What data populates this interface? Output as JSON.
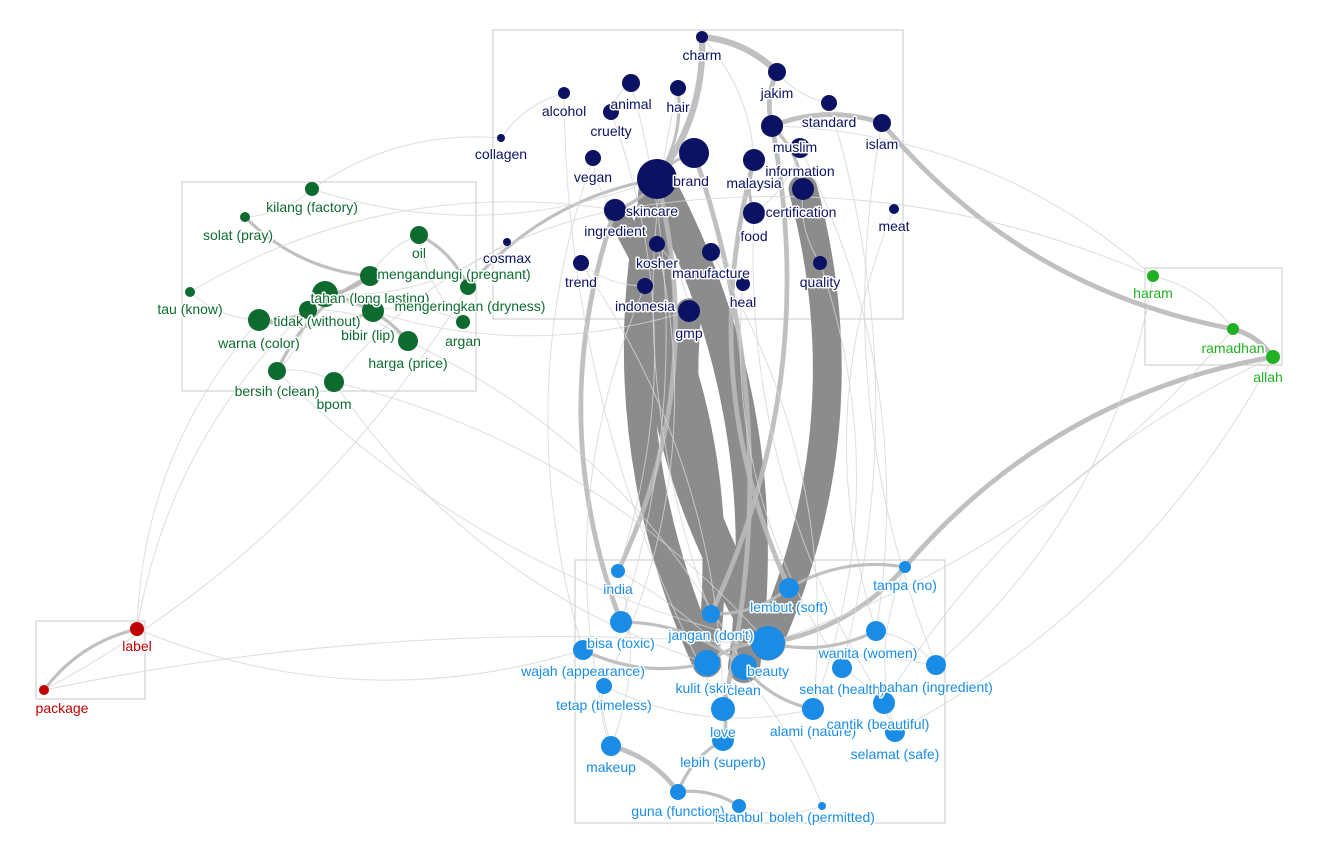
{
  "colors": {
    "cluster_blue_dark": "#0b1263",
    "cluster_green_dark": "#0e6b2f",
    "cluster_green_light": "#21b021",
    "cluster_red": "#c00000",
    "cluster_blue_light": "#1a8ce6",
    "edge_light": "#d6d6d6",
    "edge_medium": "#b9b9b9",
    "edge_heavy": "#8c8c8c"
  },
  "clusters": [
    {
      "id": "top",
      "color": "cluster_blue_dark"
    },
    {
      "id": "left",
      "color": "cluster_green_dark"
    },
    {
      "id": "right",
      "color": "cluster_green_light"
    },
    {
      "id": "bottom-left",
      "color": "cluster_red"
    },
    {
      "id": "bottom",
      "color": "cluster_blue_light"
    }
  ],
  "nodes": [
    {
      "id": "charm",
      "label": "charm",
      "cluster": "top"
    },
    {
      "id": "jakim",
      "label": "jakim",
      "cluster": "top"
    },
    {
      "id": "alcohol",
      "label": "alcohol",
      "cluster": "top"
    },
    {
      "id": "animal",
      "label": "animal",
      "cluster": "top"
    },
    {
      "id": "hair",
      "label": "hair",
      "cluster": "top"
    },
    {
      "id": "cruelty",
      "label": "cruelty",
      "cluster": "top"
    },
    {
      "id": "standard",
      "label": "standard",
      "cluster": "top"
    },
    {
      "id": "islam",
      "label": "islam",
      "cluster": "top"
    },
    {
      "id": "collagen",
      "label": "collagen",
      "cluster": "top"
    },
    {
      "id": "muslim",
      "label": "muslim",
      "cluster": "top"
    },
    {
      "id": "vegan",
      "label": "vegan",
      "cluster": "top"
    },
    {
      "id": "brand",
      "label": "brand",
      "cluster": "top"
    },
    {
      "id": "malaysia",
      "label": "malaysia",
      "cluster": "top"
    },
    {
      "id": "information",
      "label": "information",
      "cluster": "top"
    },
    {
      "id": "skincare",
      "label": "skincare",
      "cluster": "top"
    },
    {
      "id": "certification",
      "label": "certification",
      "cluster": "top"
    },
    {
      "id": "meat",
      "label": "meat",
      "cluster": "top"
    },
    {
      "id": "ingredient",
      "label": "ingredient",
      "cluster": "top"
    },
    {
      "id": "food",
      "label": "food",
      "cluster": "top"
    },
    {
      "id": "cosmax",
      "label": "cosmax",
      "cluster": "top"
    },
    {
      "id": "kosher",
      "label": "kosher",
      "cluster": "top"
    },
    {
      "id": "trend",
      "label": "trend",
      "cluster": "top"
    },
    {
      "id": "manufacture",
      "label": "manufacture",
      "cluster": "top"
    },
    {
      "id": "quality",
      "label": "quality",
      "cluster": "top"
    },
    {
      "id": "indonesia",
      "label": "indonesia",
      "cluster": "top"
    },
    {
      "id": "heal",
      "label": "heal",
      "cluster": "top"
    },
    {
      "id": "gmp",
      "label": "gmp",
      "cluster": "top"
    },
    {
      "id": "kilang",
      "label": "kilang (factory)",
      "cluster": "left"
    },
    {
      "id": "solat",
      "label": "solat (pray)",
      "cluster": "left"
    },
    {
      "id": "oil",
      "label": "oil",
      "cluster": "left"
    },
    {
      "id": "mengandungi",
      "label": "mengandungi (pregnant)",
      "cluster": "left"
    },
    {
      "id": "tau",
      "label": "tau (know)",
      "cluster": "left"
    },
    {
      "id": "tahan",
      "label": "tahan (long lasting)",
      "cluster": "left"
    },
    {
      "id": "mengeringkan",
      "label": "mengeringkan (dryness)",
      "cluster": "left"
    },
    {
      "id": "tidak",
      "label": "tidak (without)",
      "cluster": "left"
    },
    {
      "id": "bibir",
      "label": "bibir (lip)",
      "cluster": "left"
    },
    {
      "id": "argan",
      "label": "argan",
      "cluster": "left"
    },
    {
      "id": "warna",
      "label": "warna (color)",
      "cluster": "left"
    },
    {
      "id": "harga",
      "label": "harga (price)",
      "cluster": "left"
    },
    {
      "id": "bersih",
      "label": "bersih (clean)",
      "cluster": "left"
    },
    {
      "id": "bpom",
      "label": "bpom",
      "cluster": "left"
    },
    {
      "id": "haram",
      "label": "haram",
      "cluster": "right"
    },
    {
      "id": "ramadhan",
      "label": "ramadhan",
      "cluster": "right"
    },
    {
      "id": "allah",
      "label": "allah",
      "cluster": "right"
    },
    {
      "id": "label",
      "label": "label",
      "cluster": "bottom-left"
    },
    {
      "id": "package",
      "label": "package",
      "cluster": "bottom-left"
    },
    {
      "id": "india",
      "label": "india",
      "cluster": "bottom"
    },
    {
      "id": "tanpa",
      "label": "tanpa (no)",
      "cluster": "bottom"
    },
    {
      "id": "lembut",
      "label": "lembut (soft)",
      "cluster": "bottom"
    },
    {
      "id": "bisa",
      "label": "bisa (toxic)",
      "cluster": "bottom"
    },
    {
      "id": "jangan",
      "label": "jangan (don't)",
      "cluster": "bottom"
    },
    {
      "id": "wanita",
      "label": "wanita (women)",
      "cluster": "bottom"
    },
    {
      "id": "beauty",
      "label": "beauty",
      "cluster": "bottom"
    },
    {
      "id": "wajah",
      "label": "wajah (appearance)",
      "cluster": "bottom"
    },
    {
      "id": "kulit",
      "label": "kulit (skin)",
      "cluster": "bottom"
    },
    {
      "id": "clean",
      "label": "clean",
      "cluster": "bottom"
    },
    {
      "id": "sehat",
      "label": "sehat (health)",
      "cluster": "bottom"
    },
    {
      "id": "bahan",
      "label": "bahan (ingredient)",
      "cluster": "bottom"
    },
    {
      "id": "tetap",
      "label": "tetap (timeless)",
      "cluster": "bottom"
    },
    {
      "id": "love",
      "label": "love",
      "cluster": "bottom"
    },
    {
      "id": "alami",
      "label": "alami (nature)",
      "cluster": "bottom"
    },
    {
      "id": "cantik",
      "label": "cantik (beautiful)",
      "cluster": "bottom"
    },
    {
      "id": "selamat",
      "label": "selamat (safe)",
      "cluster": "bottom"
    },
    {
      "id": "makeup",
      "label": "makeup",
      "cluster": "bottom"
    },
    {
      "id": "lebih",
      "label": "lebih (superb)",
      "cluster": "bottom"
    },
    {
      "id": "guna",
      "label": "guna (function)",
      "cluster": "bottom"
    },
    {
      "id": "istanbul",
      "label": "istanbul",
      "cluster": "bottom"
    },
    {
      "id": "boleh",
      "label": "boleh (permitted)",
      "cluster": "bottom"
    }
  ],
  "edges": [
    [
      "brand",
      "beauty",
      11
    ],
    [
      "brand",
      "clean",
      10
    ],
    [
      "brand",
      "kulit",
      9
    ],
    [
      "food",
      "beauty",
      9
    ],
    [
      "gmp",
      "beauty",
      8
    ],
    [
      "skincare",
      "kulit",
      7
    ],
    [
      "brand",
      "charm",
      4
    ],
    [
      "charm",
      "jakim",
      4
    ],
    [
      "jakim",
      "muslim",
      3
    ],
    [
      "muslim",
      "islam",
      3
    ],
    [
      "islam",
      "ramadhan",
      3
    ],
    [
      "ramadhan",
      "allah",
      3
    ],
    [
      "allah",
      "tanpa",
      3
    ],
    [
      "brand",
      "india",
      3
    ],
    [
      "skincare",
      "bisa",
      3
    ],
    [
      "ingredient",
      "love",
      3
    ],
    [
      "malaysia",
      "lembut",
      3
    ],
    [
      "muslim",
      "jangan",
      3
    ],
    [
      "beauty",
      "tanpa",
      3
    ],
    [
      "makeup",
      "guna",
      3
    ],
    [
      "label",
      "package",
      2
    ],
    [
      "label",
      "tidak",
      1
    ],
    [
      "label",
      "wajah",
      1
    ],
    [
      "label",
      "tahan",
      1
    ],
    [
      "package",
      "mengeringkan",
      1
    ],
    [
      "package",
      "bahan",
      1
    ],
    [
      "mengandungi",
      "bersih",
      2
    ],
    [
      "tahan",
      "harga",
      2
    ],
    [
      "tidak",
      "bibir",
      2
    ],
    [
      "oil",
      "mengeringkan",
      2
    ],
    [
      "solat",
      "mengandungi",
      2
    ],
    [
      "mengeringkan",
      "brand",
      2
    ],
    [
      "tahan",
      "gmp",
      1
    ],
    [
      "warna",
      "bersih",
      1
    ],
    [
      "bpom",
      "kulit",
      1
    ],
    [
      "bpom",
      "beauty",
      1
    ],
    [
      "bersih",
      "beauty",
      1
    ],
    [
      "harga",
      "clean",
      1
    ],
    [
      "kilang",
      "brand",
      1
    ],
    [
      "tau",
      "skincare",
      1
    ],
    [
      "collagen",
      "kilang",
      1
    ],
    [
      "cosmax",
      "tahan",
      1
    ],
    [
      "haram",
      "skincare",
      1
    ],
    [
      "haram",
      "bahan",
      1
    ],
    [
      "haram",
      "muslim",
      1
    ],
    [
      "ramadhan",
      "beauty",
      1
    ],
    [
      "allah",
      "cantik",
      1
    ],
    [
      "allah",
      "selamat",
      1
    ],
    [
      "islam",
      "bahan",
      1
    ],
    [
      "standard",
      "sehat",
      1
    ],
    [
      "meat",
      "wanita",
      1
    ],
    [
      "quality",
      "alami",
      1
    ],
    [
      "heal",
      "sehat",
      1
    ],
    [
      "trend",
      "lebih",
      1
    ],
    [
      "indonesia",
      "makeup",
      1
    ],
    [
      "kosher",
      "tetap",
      1
    ],
    [
      "vegan",
      "wajah",
      1
    ],
    [
      "cruelty",
      "india",
      1
    ],
    [
      "alcohol",
      "love",
      1
    ],
    [
      "animal",
      "bisa",
      1
    ],
    [
      "hair",
      "jangan",
      1
    ],
    [
      "information",
      "wanita",
      1
    ],
    [
      "certification",
      "cantik",
      1
    ],
    [
      "manufacture",
      "alami",
      1
    ],
    [
      "wajah",
      "kulit",
      2
    ],
    [
      "kulit",
      "beauty",
      2
    ],
    [
      "beauty",
      "wanita",
      2
    ],
    [
      "wanita",
      "bahan",
      1
    ],
    [
      "tetap",
      "alami",
      1
    ],
    [
      "love",
      "lebih",
      2
    ],
    [
      "lebih",
      "guna",
      2
    ],
    [
      "guna",
      "istanbul",
      2
    ],
    [
      "istanbul",
      "boleh",
      1
    ],
    [
      "bisa",
      "clean",
      2
    ],
    [
      "jangan",
      "lembut",
      2
    ],
    [
      "sehat",
      "selamat",
      1
    ],
    [
      "clean",
      "alami",
      2
    ],
    [
      "india",
      "makeup",
      1
    ],
    [
      "tanpa",
      "lembut",
      2
    ],
    [
      "makeup",
      "tetap",
      1
    ],
    [
      "skincare",
      "brand",
      2
    ],
    [
      "brand",
      "ingredient",
      2
    ],
    [
      "vegan",
      "skincare",
      1
    ],
    [
      "muslim",
      "food",
      2
    ],
    [
      "malaysia",
      "certification",
      2
    ],
    [
      "information",
      "certification",
      1
    ],
    [
      "animal",
      "cruelty",
      1
    ],
    [
      "hair",
      "brand",
      2
    ],
    [
      "alcohol",
      "collagen",
      1
    ],
    [
      "kosher",
      "gmp",
      1
    ],
    [
      "trend",
      "indonesia",
      1
    ],
    [
      "manufacture",
      "heal",
      1
    ],
    [
      "oil",
      "argan",
      1
    ],
    [
      "bibir",
      "argan",
      1
    ],
    [
      "tidak",
      "warna",
      2
    ],
    [
      "warna",
      "harga",
      1
    ],
    [
      "tau",
      "tidak",
      1
    ],
    [
      "kilang",
      "solat",
      1
    ],
    [
      "tahan",
      "mengandungi",
      2
    ],
    [
      "mengandungi",
      "oil",
      1
    ],
    [
      "bpom",
      "bersih",
      1
    ],
    [
      "bpom",
      "skincare",
      1
    ],
    [
      "jakim",
      "standard",
      1
    ],
    [
      "charm",
      "malaysia",
      1
    ],
    [
      "food",
      "quality",
      1
    ],
    [
      "haram",
      "ramadhan",
      1
    ],
    [
      "tanpa",
      "selamat",
      1
    ],
    [
      "india",
      "boleh",
      1
    ]
  ]
}
